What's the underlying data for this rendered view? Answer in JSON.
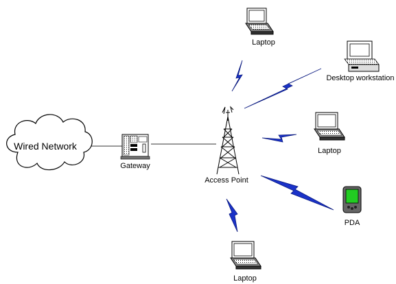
{
  "diagram": {
    "wired_network": {
      "label": "Wired Network"
    },
    "gateway": {
      "label": "Gateway"
    },
    "access_point": {
      "label": "Access Point"
    },
    "laptop_top": {
      "label": "Laptop"
    },
    "desktop": {
      "label": "Desktop workstation"
    },
    "laptop_right": {
      "label": "Laptop"
    },
    "pda": {
      "label": "PDA"
    },
    "laptop_bottom": {
      "label": "Laptop"
    }
  },
  "colors": {
    "lightning": "#1a32c8",
    "lightning_stroke": "#0a1a80",
    "pda_screen": "#22cc22",
    "line": "#333333"
  },
  "icons": [
    "cloud-icon",
    "gateway-icon",
    "antenna-tower-icon",
    "laptop-icon",
    "desktop-icon",
    "pda-icon",
    "lightning-icon"
  ]
}
